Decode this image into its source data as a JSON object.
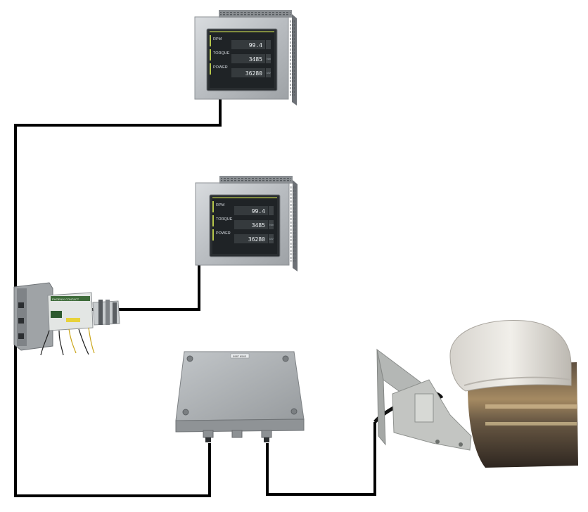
{
  "hmi_displays": [
    {
      "rows": [
        {
          "label": "RPM",
          "value": "99.4",
          "unit": ""
        },
        {
          "label": "TORQUE",
          "value": "3485",
          "unit": "Nm"
        },
        {
          "label": "POWER",
          "value": "36280",
          "unit": "kW"
        }
      ]
    },
    {
      "rows": [
        {
          "label": "RPM",
          "value": "99.4",
          "unit": ""
        },
        {
          "label": "TORQUE",
          "value": "3485",
          "unit": "Nm"
        },
        {
          "label": "POWER",
          "value": "36280",
          "unit": "kW"
        }
      ]
    }
  ],
  "din_module": {
    "label": "PHOENIX CONTACT"
  },
  "junction_box": {
    "plate_text": "0987 6543"
  },
  "colors": {
    "cable": "#000000",
    "panel_frame": "#b9bdc1",
    "screen": "#1f2326",
    "screen_accent": "#b6c64a",
    "enclosure": "#a9adb0"
  }
}
